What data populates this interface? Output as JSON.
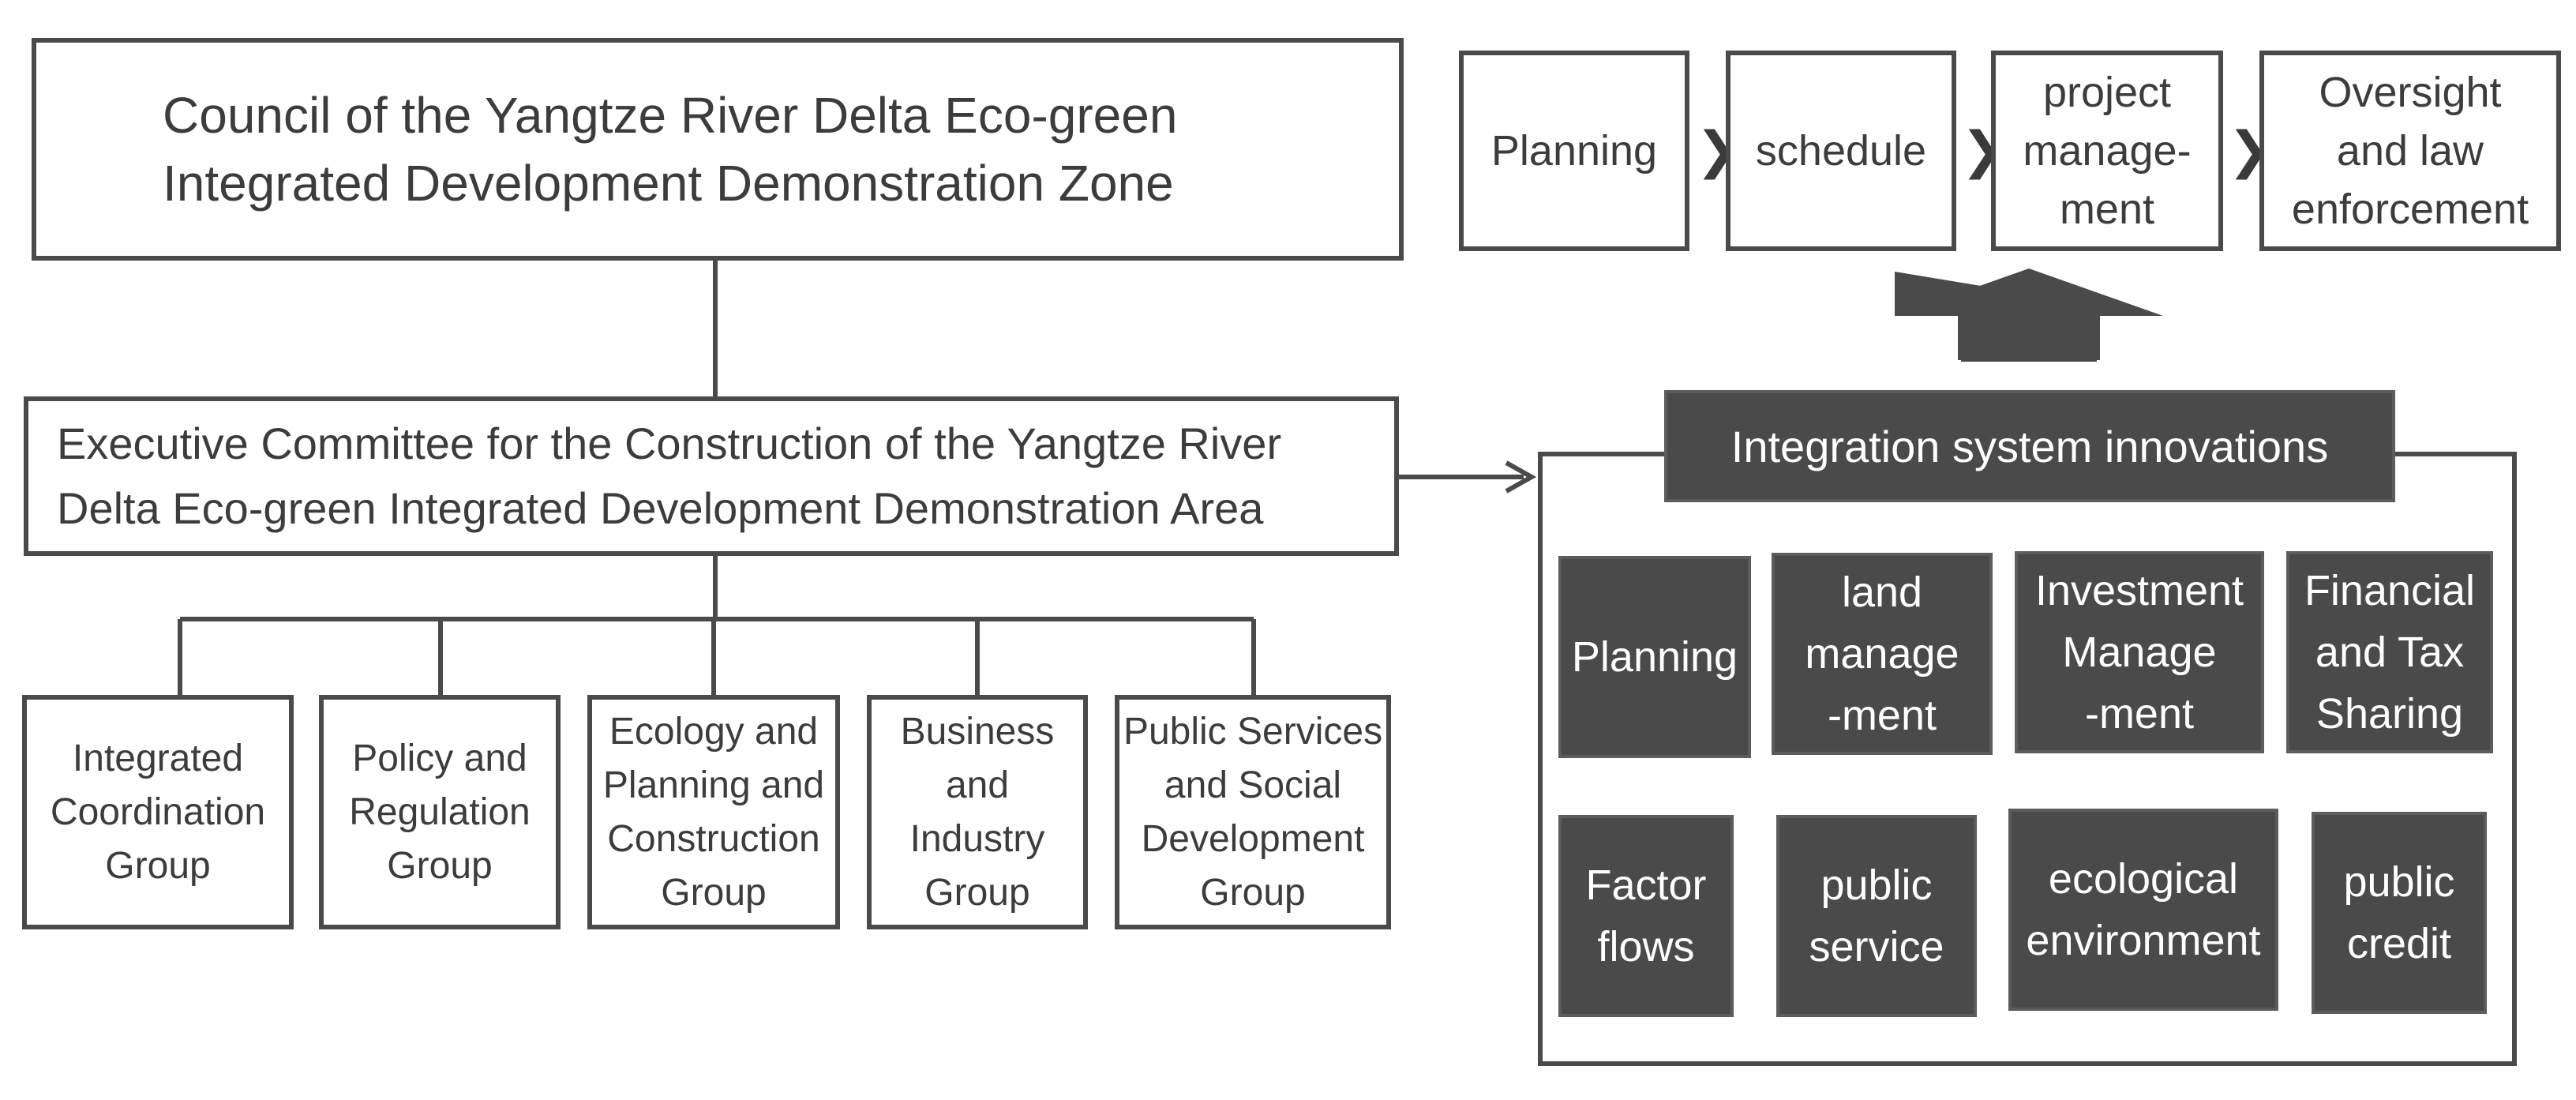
{
  "council": "Council of the Yangtze River Delta Eco-green\nIntegrated Development Demonstration Zone",
  "executive": "Executive Committee for the Construction of the Yangtze River\nDelta Eco-green Integrated Development Demonstration Area",
  "groups": [
    "Integrated\nCoordination\nGroup",
    "Policy and\nRegulation\nGroup",
    "Ecology and\nPlanning and\nConstruction\nGroup",
    "Business\nand\nIndustry\nGroup",
    "Public Services\nand Social\nDevelopment\nGroup"
  ],
  "process": [
    "Planning",
    "schedule",
    "project\nmanage-\nment",
    "Oversight\nand law\nenforcement"
  ],
  "process_separator": "❯",
  "integration_header": "Integration system innovations",
  "innovations": [
    "Planning",
    "land\nmanage\n-ment",
    "Investment\nManage\n-ment",
    "Financial\nand Tax\nSharing",
    "Factor\nflows",
    "public\nservice",
    "ecological\nenvironment",
    "public\ncredit"
  ],
  "colors": {
    "box_border": "#4a4a4a",
    "dark_fill": "#4a4a4a",
    "text_dark": "#3c3c3c",
    "text_light": "#ffffff"
  }
}
